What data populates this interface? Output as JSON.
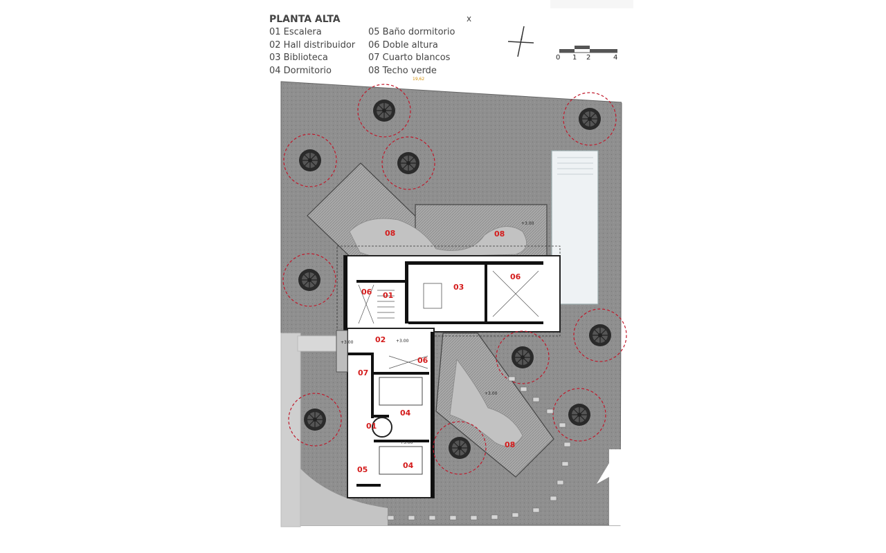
{
  "legend": {
    "title": "PLANTA ALTA",
    "items_left": [
      "01 Escalera",
      "02 Hall distribuidor",
      "03 Biblioteca",
      "04 Dormitorio"
    ],
    "items_right": [
      "05 Baño dormitorio",
      "06 Doble altura",
      "07 Cuarto blancos",
      "08 Techo verde"
    ]
  },
  "x_mark": "x",
  "top_level": "19,62",
  "scale": {
    "ticks": [
      "0",
      "1",
      "2",
      "4"
    ]
  },
  "rooms": {
    "r08a": "08",
    "r08b": "08",
    "r08c": "08",
    "r06a": "06",
    "r06b": "06",
    "r06c": "06",
    "r01a": "01",
    "r01b": "01",
    "r02": "02",
    "r03": "03",
    "r07": "07",
    "r04a": "04",
    "r04b": "04",
    "r05": "05"
  },
  "levels": {
    "l1": "+3.00",
    "l2": "+3.00",
    "l3": "+3.00",
    "l4": "+3.00",
    "l5": "+3.00"
  },
  "colors": {
    "ground": "#8f8f8f",
    "roof_hatch": "#a9a9a9",
    "green_roof": "#bdbdbd",
    "pool": "#eef2f4",
    "tree_ring": "#c0182a",
    "room_label": "#d41c1c"
  }
}
